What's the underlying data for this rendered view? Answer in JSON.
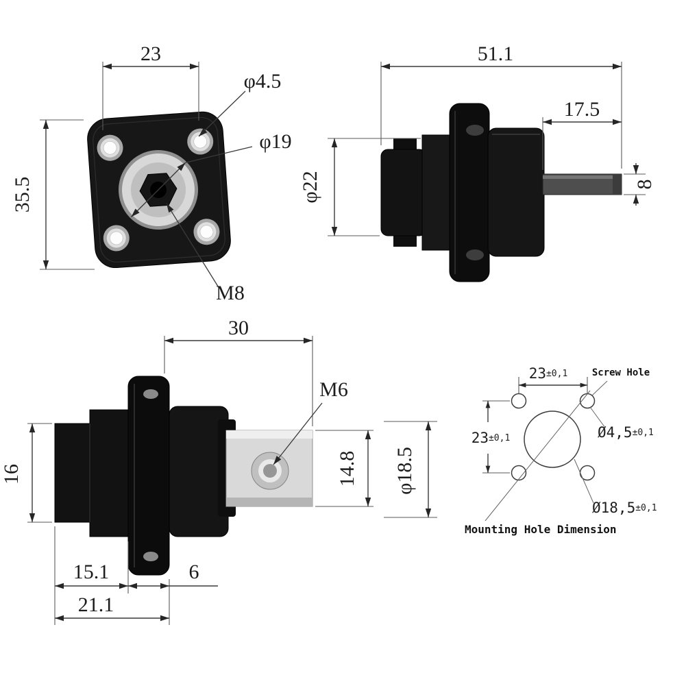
{
  "front": {
    "width": "23",
    "height": "35.5",
    "screw_dia": "φ4.5",
    "boss_dia": "φ19",
    "thread": "M8"
  },
  "side": {
    "total_length": "51.1",
    "pin_length": "17.5",
    "body_dia": "φ22",
    "pin_height": "8"
  },
  "bottom": {
    "length": "30",
    "rear_height": "16",
    "thread": "M6",
    "terminal_height": "14.8",
    "boss_dia": "φ18.5",
    "rear_length": "15.1",
    "flange_thickness": "6",
    "total_rear_length": "21.1"
  },
  "mounting": {
    "h_spacing": "23",
    "h_tol": "±0,1",
    "v_spacing": "23",
    "v_tol": "±0,1",
    "screw_hole_label": "Screw Hole",
    "screw_dia": "Ø4,5",
    "screw_tol": "±0,1",
    "center_dia": "Ø18,5",
    "center_tol": "±0,1",
    "caption": "Mounting Hole Dimension"
  },
  "colors": {
    "part_black": "#151515",
    "metal_light": "#d8d8d8",
    "metal_mid": "#b5b5b5",
    "line": "#3a3a3a"
  }
}
